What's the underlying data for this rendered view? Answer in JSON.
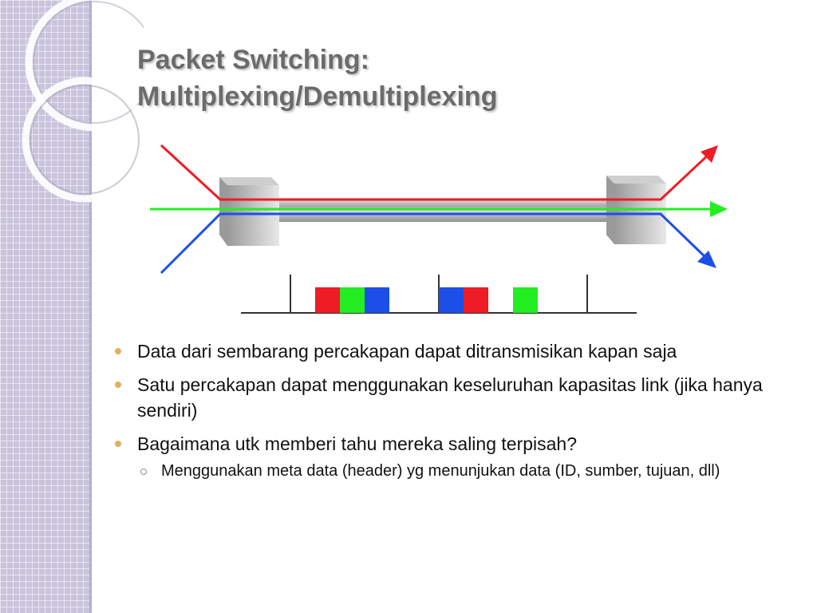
{
  "slide": {
    "title_line1": "Packet Switching:",
    "title_line2": "Multiplexing/Demultiplexing"
  },
  "bullets": [
    {
      "text": "Data dari sembarang percakapan dapat ditransmisikan kapan saja"
    },
    {
      "text": "Satu percakapan dapat menggunakan keseluruhan kapasitas link (jika hanya sendiri)"
    },
    {
      "text": "Bagaimana utk memberi tahu mereka saling terpisah?"
    }
  ],
  "sub_bullets": [
    {
      "text": "Menggunakan meta data (header) yg menunjukan data (ID, sumber, tujuan, dll)"
    }
  ],
  "colors": {
    "sidebar": "#c9c3dc",
    "bullet_marker": "#e0b060",
    "flow_red": "#ee1c24",
    "flow_green": "#22ee22",
    "flow_blue": "#1c4fe8"
  },
  "diagram": {
    "packet_timeline": [
      "red",
      "green",
      "blue",
      "blue",
      "red",
      "green"
    ]
  }
}
